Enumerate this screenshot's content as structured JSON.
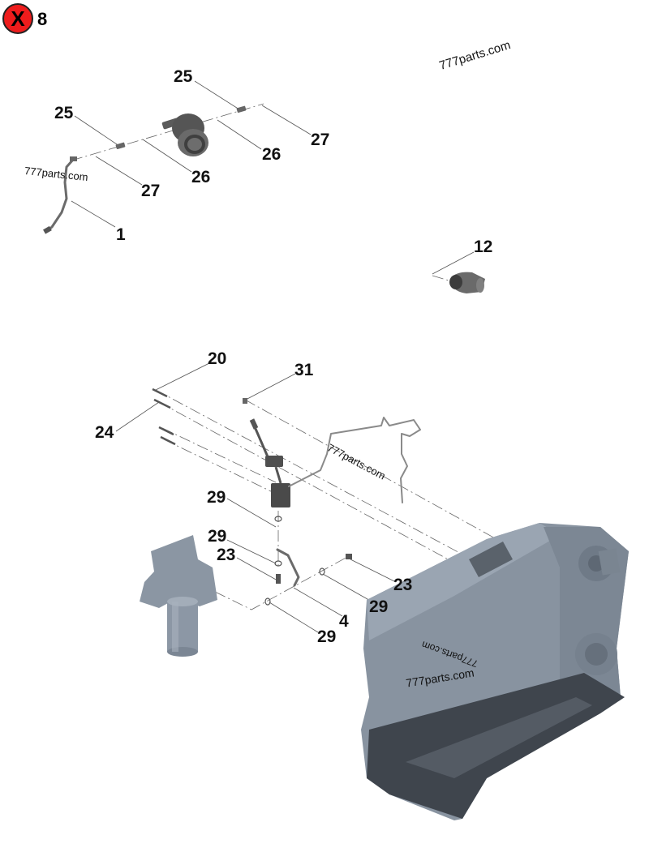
{
  "header": {
    "close_icon_label": "X",
    "page_number": "8"
  },
  "watermarks": [
    "777parts.com",
    "777parts.com",
    "777parts.com",
    "777parts.com",
    "777parts.com"
  ],
  "callouts": {
    "top_group": [
      "25",
      "25",
      "27",
      "26",
      "26",
      "27",
      "1"
    ],
    "elbow": [
      "12"
    ],
    "injector_group": [
      "20",
      "31",
      "24",
      "29"
    ],
    "filter_group": [
      "29",
      "23",
      "23",
      "29",
      "4",
      "29"
    ]
  },
  "parts": {
    "fuel_line": "1",
    "fuel_line_elbow": "4",
    "elbow_connector": "12",
    "bolt_a": "20",
    "bolt_b": "23",
    "stud": "24",
    "fitting": "25",
    "clamp": "26",
    "seal": "27",
    "o_ring": "29",
    "plug": "31"
  },
  "colors": {
    "close_button": "#ee1c1c",
    "engine_block": "#7f8a96",
    "engine_dark": "#3d434b",
    "parts_dark": "#5a5a5a"
  }
}
